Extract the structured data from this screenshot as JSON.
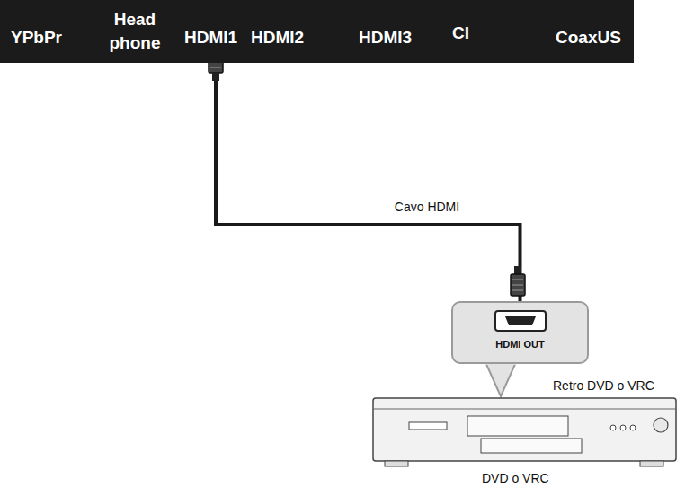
{
  "diagram": {
    "nodes": [
      {
        "text": [
          "YPbPr",
          "Head phone",
          "HDMI1",
          "HDMI2",
          "HDMI3",
          "CI",
          "CoaxUS"
        ]
      },
      {
        "text": [
          "HDMI OUT"
        ]
      }
    ],
    "edges": [
      {
        "from": 0,
        "to": 1,
        "arrow": "none",
        "label": "Cavo HDMI"
      }
    ],
    "labels": [
      "Retro DVD o VRC",
      "DVD o VRC"
    ]
  }
}
